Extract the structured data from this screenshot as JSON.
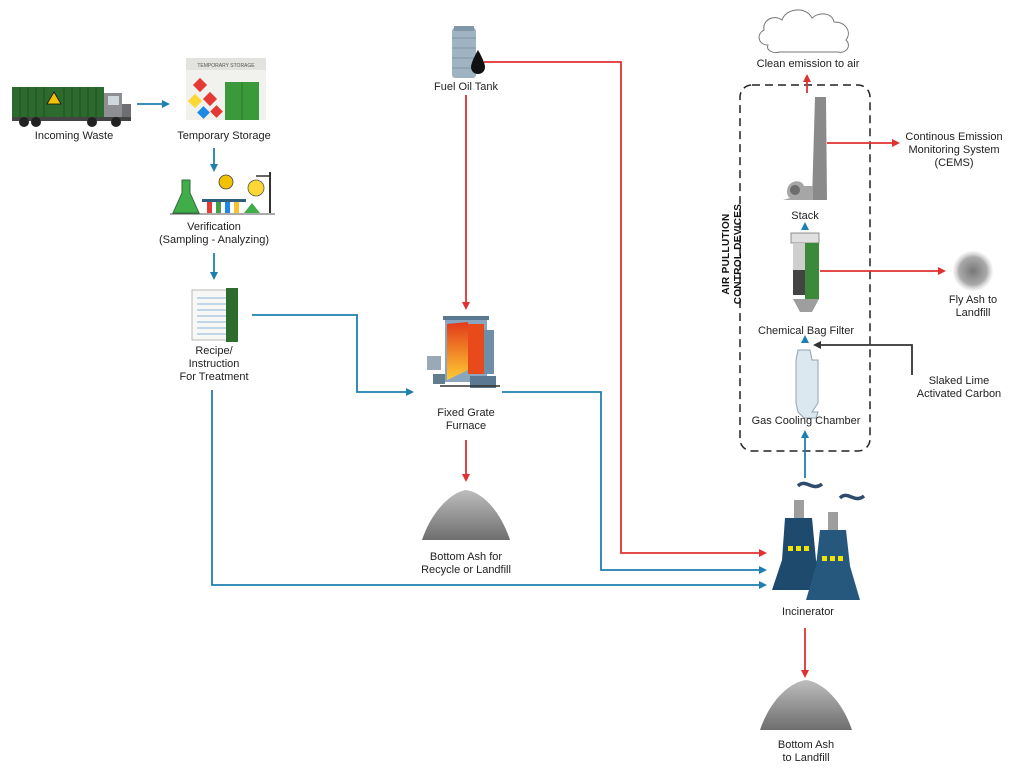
{
  "colors": {
    "flow_blue": "#1f7fb0",
    "fuel_red": "#e03131",
    "additive_dark": "#333333",
    "furnace_orange": "#e84a1c",
    "incinerator_navy": "#1e4a6d",
    "filter_green": "#3a8a3a"
  },
  "nodes": {
    "incoming_waste": "Incoming Waste",
    "temporary_storage": "Temporary Storage",
    "storage_sign": "TEMPORARY STORAGE",
    "verification": [
      "Verification",
      "(Sampling - Analyzing)"
    ],
    "recipe": [
      "Recipe/",
      "Instruction",
      "For Treatment"
    ],
    "fuel_oil_tank": "Fuel Oil Tank",
    "furnace": [
      "Fixed Grate",
      "Furnace"
    ],
    "bottom_ash_recycle": [
      "Bottom Ash for",
      "Recycle or Landfill"
    ],
    "incinerator": "Incinerator",
    "bottom_ash_landfill": [
      "Bottom Ash",
      "to Landfill"
    ],
    "gas_cooling": "Gas Cooling Chamber",
    "bag_filter": "Chemical Bag Filter",
    "stack": "Stack",
    "clean_emission": "Clean emission to air",
    "cems": [
      "Continous Emission",
      "Monitoring System",
      "(CEMS)"
    ],
    "fly_ash": [
      "Fly Ash to",
      "Landfill"
    ],
    "additives": [
      "Slaked Lime",
      "Activated Carbon"
    ]
  },
  "apc_label": [
    "AIR PULLUTION",
    "CONTROL DEVICES"
  ],
  "icons": [
    "truck-icon",
    "storage-building-icon",
    "lab-equipment-icon",
    "recipe-book-icon",
    "fuel-tank-icon",
    "furnace-icon",
    "ash-pile-icon",
    "incinerator-icon",
    "cooling-chamber-icon",
    "bag-filter-icon",
    "stack-icon",
    "cloud-icon",
    "dust-cloud-icon"
  ]
}
